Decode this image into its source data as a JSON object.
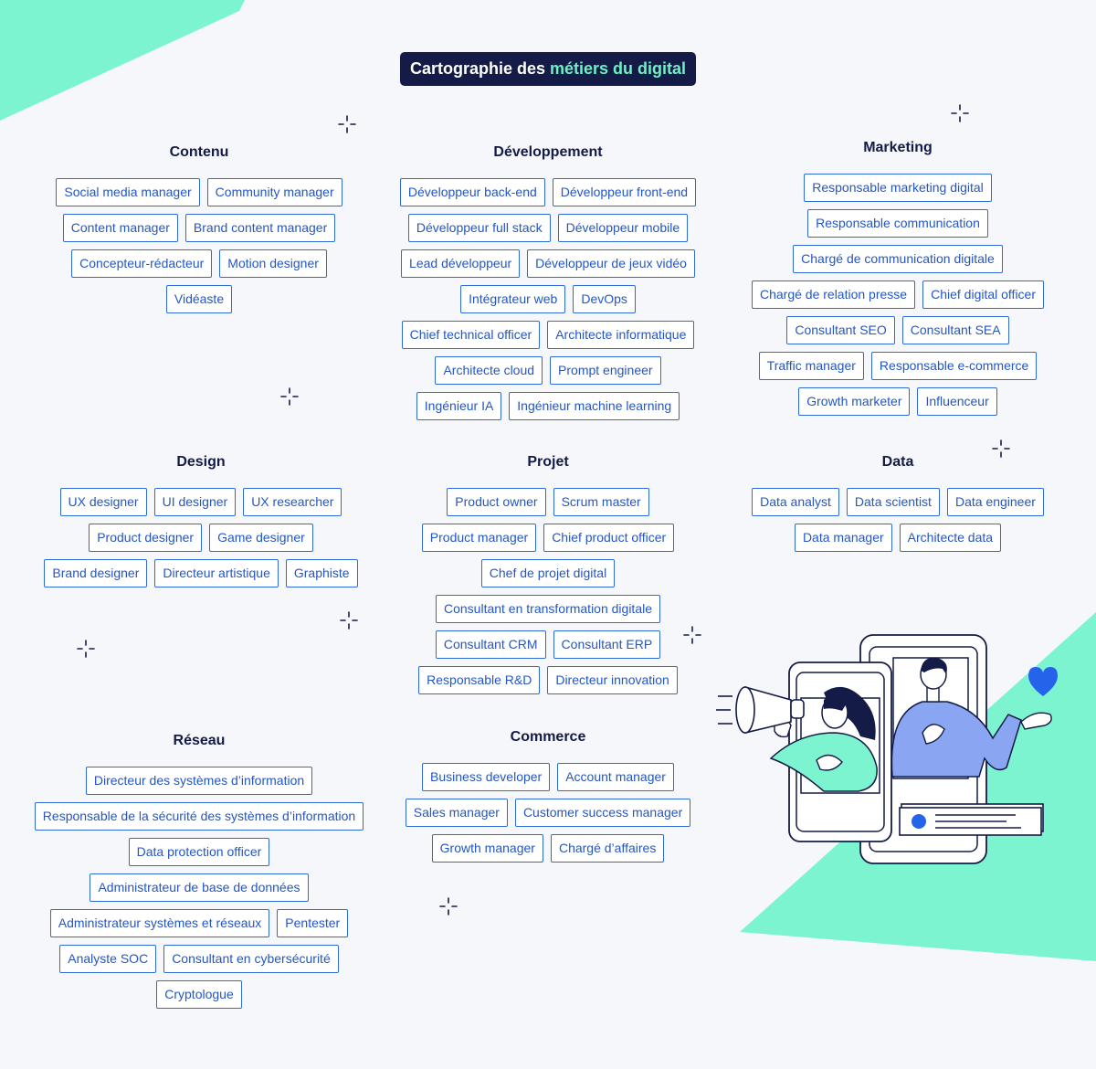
{
  "title": {
    "prefix": "Cartographie des ",
    "highlight": "métiers du digital"
  },
  "groups": [
    {
      "key": "contenu",
      "name": "Contenu",
      "rows": [
        [
          "Social media manager",
          "Community manager"
        ],
        [
          "Content manager",
          "Brand content manager"
        ],
        [
          "Concepteur-rédacteur",
          "Motion designer"
        ],
        [
          "Vidéaste"
        ]
      ]
    },
    {
      "key": "developpement",
      "name": "Développement",
      "rows": [
        [
          "Développeur back-end",
          "Développeur front-end"
        ],
        [
          "Développeur full stack",
          "Développeur mobile"
        ],
        [
          "Lead développeur",
          "Développeur de jeux vidéo"
        ],
        [
          "Intégrateur web",
          "DevOps"
        ],
        [
          "Chief technical officer",
          "Architecte informatique"
        ],
        [
          "Architecte cloud",
          "Prompt engineer"
        ],
        [
          "Ingénieur IA",
          "Ingénieur machine learning"
        ]
      ]
    },
    {
      "key": "marketing",
      "name": "Marketing",
      "rows": [
        [
          "Responsable marketing digital"
        ],
        [
          "Responsable communication"
        ],
        [
          "Chargé de communication digitale"
        ],
        [
          "Chargé de relation presse",
          "Chief digital officer"
        ],
        [
          "Consultant SEO",
          "Consultant SEA"
        ],
        [
          "Traffic manager",
          "Responsable e-commerce"
        ],
        [
          "Growth marketer",
          "Influenceur"
        ]
      ]
    },
    {
      "key": "design",
      "name": "Design",
      "rows": [
        [
          "UX designer",
          "UI designer",
          "UX researcher"
        ],
        [
          "Product designer",
          "Game designer"
        ],
        [
          "Brand designer",
          "Directeur artistique",
          "Graphiste"
        ]
      ]
    },
    {
      "key": "projet",
      "name": "Projet",
      "rows": [
        [
          "Product owner",
          "Scrum master"
        ],
        [
          "Product manager",
          "Chief product officer"
        ],
        [
          "Chef de projet digital"
        ],
        [
          "Consultant en transformation digitale"
        ],
        [
          "Consultant CRM",
          "Consultant ERP"
        ],
        [
          "Responsable R&D",
          "Directeur innovation"
        ]
      ]
    },
    {
      "key": "data",
      "name": "Data",
      "rows": [
        [
          "Data analyst",
          "Data scientist",
          "Data engineer"
        ],
        [
          "Data manager",
          "Architecte data"
        ]
      ]
    },
    {
      "key": "reseau",
      "name": "Réseau",
      "rows": [
        [
          "Directeur des systèmes d’information"
        ],
        [
          "Responsable de la sécurité des systèmes d’information"
        ],
        [
          "Data protection officer"
        ],
        [
          "Administrateur de base de données"
        ],
        [
          "Administrateur systèmes et réseaux",
          "Pentester"
        ],
        [
          "Analyste SOC",
          "Consultant en cybersécurité"
        ],
        [
          "Cryptologue"
        ]
      ]
    },
    {
      "key": "commerce",
      "name": "Commerce",
      "rows": [
        [
          "Business developer",
          "Account manager"
        ],
        [
          "Sales manager",
          "Customer success manager"
        ],
        [
          "Growth manager",
          "Chargé d’affaires"
        ]
      ]
    }
  ],
  "colors": {
    "chip_border": "#2f6ad9",
    "chip_text": "#2456c4",
    "heading": "#141b46",
    "mint": "#7cf4cf",
    "title_bg": "#141b46",
    "title_highlight": "#6cf0c6"
  },
  "icons": [
    "sparkle-icon",
    "megaphone-icon",
    "heart-icon",
    "phone-icon",
    "chat-bubble-icon"
  ]
}
